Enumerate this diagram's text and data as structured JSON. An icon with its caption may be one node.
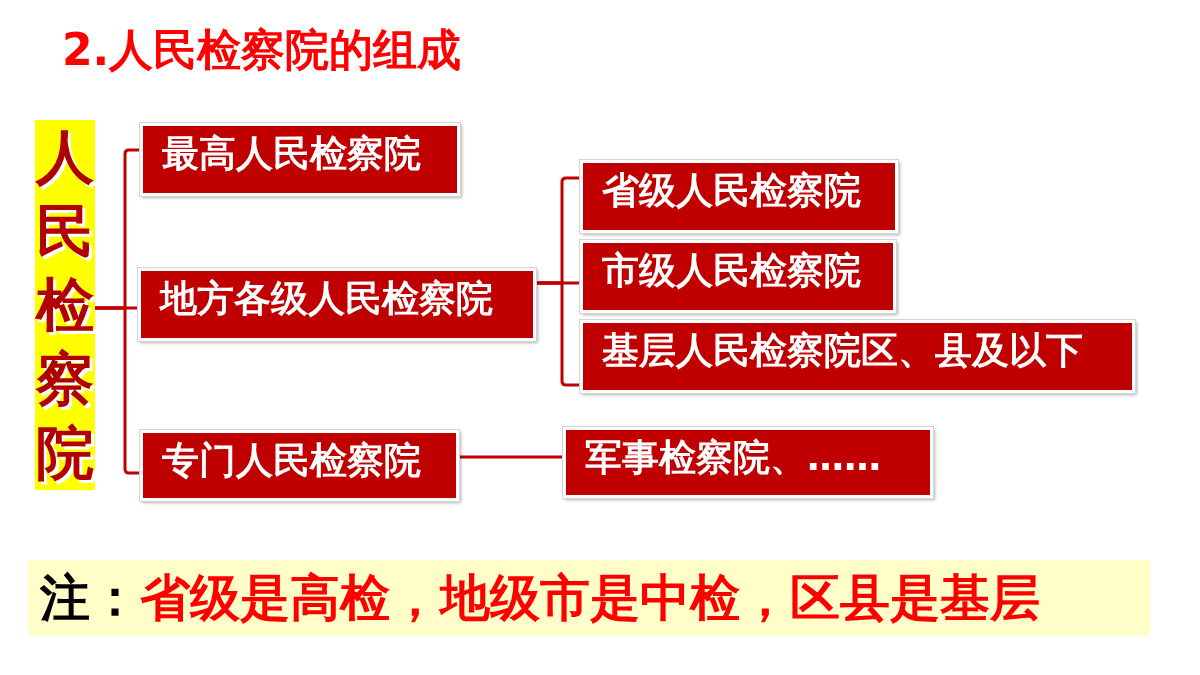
{
  "diagram": {
    "title": "2.人民检察院的组成",
    "nodes": [
      {
        "text": [
          "人民检察院"
        ]
      },
      {
        "text": [
          "最高人民检察院"
        ]
      },
      {
        "text": [
          "地方各级人民检察院"
        ]
      },
      {
        "text": [
          "专门人民检察院"
        ]
      },
      {
        "text": [
          "省级人民检察院"
        ]
      },
      {
        "text": [
          "市级人民检察院"
        ]
      },
      {
        "text": [
          "基层人民检察院区、县及以下"
        ]
      },
      {
        "text": [
          "军事检察院、……"
        ]
      },
      {
        "text": [
          "注：",
          "省级是高检，地级市是中检，区县是基层"
        ]
      }
    ],
    "edges": [
      {
        "from": 0,
        "to": 1,
        "arrow": "none"
      },
      {
        "from": 0,
        "to": 2,
        "arrow": "none"
      },
      {
        "from": 0,
        "to": 3,
        "arrow": "none"
      },
      {
        "from": 2,
        "to": 4,
        "arrow": "none"
      },
      {
        "from": 2,
        "to": 5,
        "arrow": "none"
      },
      {
        "from": 2,
        "to": 6,
        "arrow": "none"
      },
      {
        "from": 3,
        "to": 7,
        "arrow": "none"
      }
    ]
  }
}
